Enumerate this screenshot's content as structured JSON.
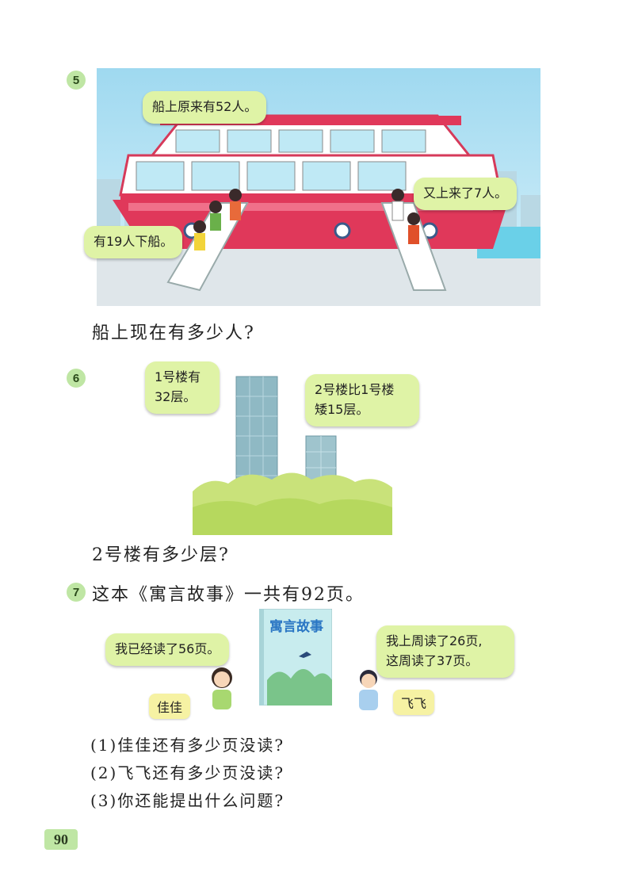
{
  "problem5": {
    "number": "5",
    "bubble_top": "船上原来有52人。",
    "bubble_right": "又上来了7人。",
    "bubble_left": "有19人下船。",
    "question": "船上现在有多少人?"
  },
  "problem6": {
    "number": "6",
    "bubble_left": [
      "1号楼有",
      "32层。"
    ],
    "bubble_right": [
      "2号楼比1号楼",
      "矮15层。"
    ],
    "question": "2号楼有多少层?"
  },
  "problem7": {
    "number": "7",
    "prompt": "这本《寓言故事》一共有92页。",
    "book_title": "寓言故事",
    "bubble_left": "我已经读了56页。",
    "bubble_right": [
      "我上周读了26页,",
      "这周读了37页。"
    ],
    "name_left": "佳佳",
    "name_right": "飞飞",
    "sub_questions": [
      "(1)佳佳还有多少页没读?",
      "(2)飞飞还有多少页没读?",
      "(3)你还能提出什么问题?"
    ]
  },
  "page_number": "90",
  "colors": {
    "badge": "#bfe6a4",
    "bubble": "#dff3a6",
    "boat_hull": "#e0385a",
    "boat_top": "#ffffff",
    "sky": "#a8dff2",
    "name_tag": "#f6f2a3"
  }
}
